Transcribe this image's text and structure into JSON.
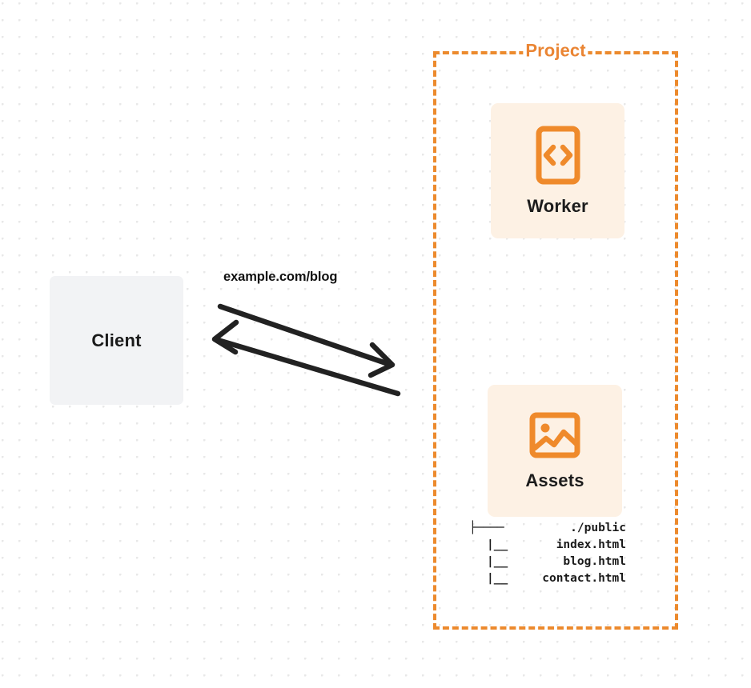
{
  "diagram": {
    "type": "architecture-flow",
    "background": {
      "color": "#ffffff",
      "grid": "dot-grid"
    },
    "colors": {
      "accent_orange": "#ea8534",
      "card_background": "#fdf1e4",
      "client_background": "#f2f3f5",
      "text_dark": "#1a1a1a",
      "arrow": "#222222"
    },
    "client": {
      "label": "Client"
    },
    "connection": {
      "label": "example.com/blog",
      "request_direction": "client-to-project",
      "response_direction": "project-to-client"
    },
    "project": {
      "title": "Project",
      "nodes": [
        {
          "label": "Worker",
          "icon": "code-brackets-icon"
        },
        {
          "label": "Assets",
          "icon": "image-icon"
        }
      ],
      "file_tree": [
        {
          "branch": "├────",
          "name": "./public"
        },
        {
          "branch": "|__",
          "name": "index.html"
        },
        {
          "branch": "|__",
          "name": "blog.html"
        },
        {
          "branch": "|__",
          "name": "contact.html"
        }
      ]
    }
  }
}
